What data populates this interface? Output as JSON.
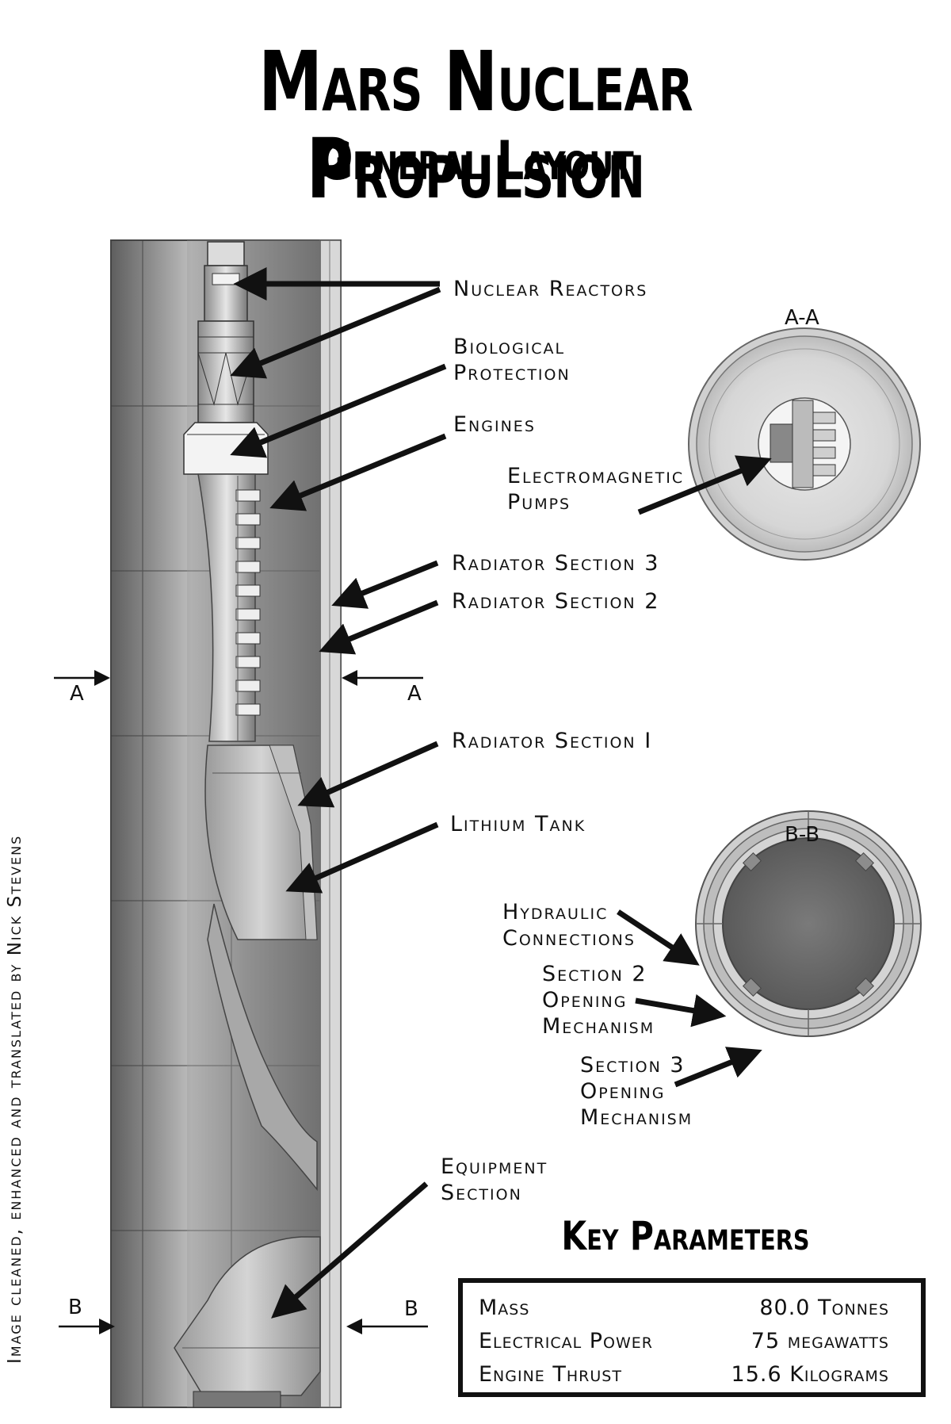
{
  "title": "Mars Nuclear Propulsion",
  "subtitle": "General Layout",
  "credit": "Image cleaned, enhanced and translated by Nick Stevens",
  "labels": {
    "nuclear_reactors": "Nuclear Reactors",
    "biological_protection": [
      "Biological",
      "Protection"
    ],
    "engines": "Engines",
    "electromagnetic_pumps": [
      "Electromagnetic",
      "Pumps"
    ],
    "radiator_section_3": "Radiator Section 3",
    "radiator_section_2": "Radiator Section 2",
    "radiator_section_1": "Radiator Section I",
    "lithium_tank": "Lithium Tank",
    "hydraulic_connections": [
      "Hydraulic",
      "Connections"
    ],
    "section_2_opening": [
      "Section 2",
      "Opening",
      "Mechanism"
    ],
    "section_3_opening": [
      "Section 3",
      "Opening",
      "Mechanism"
    ],
    "equipment_section": [
      "Equipment",
      "Section"
    ]
  },
  "sections": {
    "aa_title": "A-A",
    "bb_title": "B-B",
    "cut_a": "A",
    "cut_b": "B"
  },
  "key_parameters": {
    "heading": "Key Parameters",
    "rows": [
      {
        "name": "Mass",
        "value": "80.0 Tonnes"
      },
      {
        "name": "Electrical Power",
        "value": "75 megawatts"
      },
      {
        "name": "Engine Thrust",
        "value": "15.6 Kilograms"
      }
    ]
  },
  "colors": {
    "ink": "#111111",
    "hull_light": "#cfcfcf",
    "hull_dark": "#6a6a6a"
  }
}
